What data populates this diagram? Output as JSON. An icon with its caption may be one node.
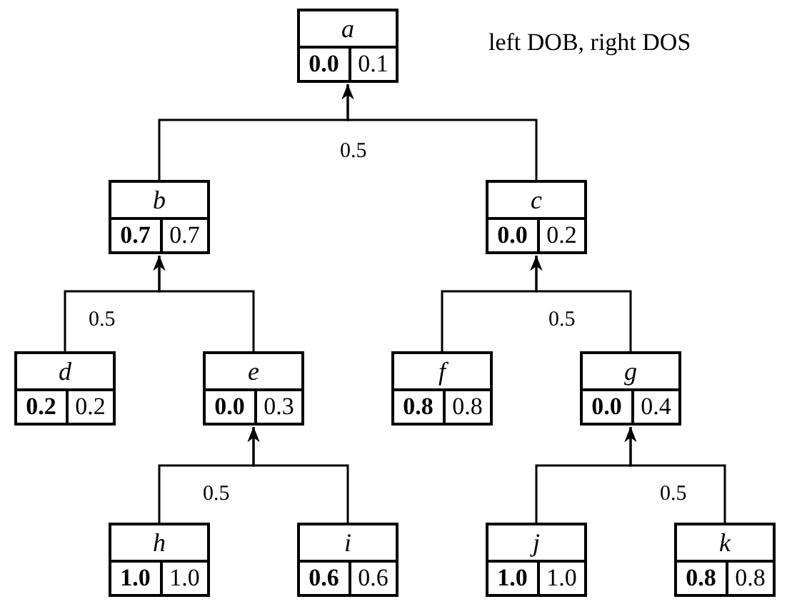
{
  "diagram": {
    "nodes": [
      {
        "text": [
          "a",
          "0.0",
          "0.1"
        ]
      },
      {
        "text": [
          "b",
          "0.7",
          "0.7"
        ]
      },
      {
        "text": [
          "c",
          "0.0",
          "0.2"
        ]
      },
      {
        "text": [
          "d",
          "0.2",
          "0.2"
        ]
      },
      {
        "text": [
          "e",
          "0.0",
          "0.3"
        ]
      },
      {
        "text": [
          "f",
          "0.8",
          "0.8"
        ]
      },
      {
        "text": [
          "g",
          "0.0",
          "0.4"
        ]
      },
      {
        "text": [
          "h",
          "1.0",
          "1.0"
        ]
      },
      {
        "text": [
          "i",
          "0.6",
          "0.6"
        ]
      },
      {
        "text": [
          "j",
          "1.0",
          "1.0"
        ]
      },
      {
        "text": [
          "k",
          "0.8",
          "0.8"
        ]
      }
    ],
    "edges": [
      {
        "from": 1,
        "to": 0,
        "arrow": "to",
        "label": "0.5"
      },
      {
        "from": 2,
        "to": 0,
        "arrow": "to"
      },
      {
        "from": 3,
        "to": 1,
        "arrow": "to",
        "label": "0.5"
      },
      {
        "from": 4,
        "to": 1,
        "arrow": "to"
      },
      {
        "from": 5,
        "to": 2,
        "arrow": "to"
      },
      {
        "from": 6,
        "to": 2,
        "arrow": "to",
        "label": "0.5"
      },
      {
        "from": 7,
        "to": 4,
        "arrow": "to",
        "label": "0.5"
      },
      {
        "from": 8,
        "to": 4,
        "arrow": "to"
      },
      {
        "from": 9,
        "to": 6,
        "arrow": "to"
      },
      {
        "from": 10,
        "to": 6,
        "arrow": "to",
        "label": "0.5"
      }
    ],
    "labels": [
      "left DOB, right DOS"
    ]
  }
}
